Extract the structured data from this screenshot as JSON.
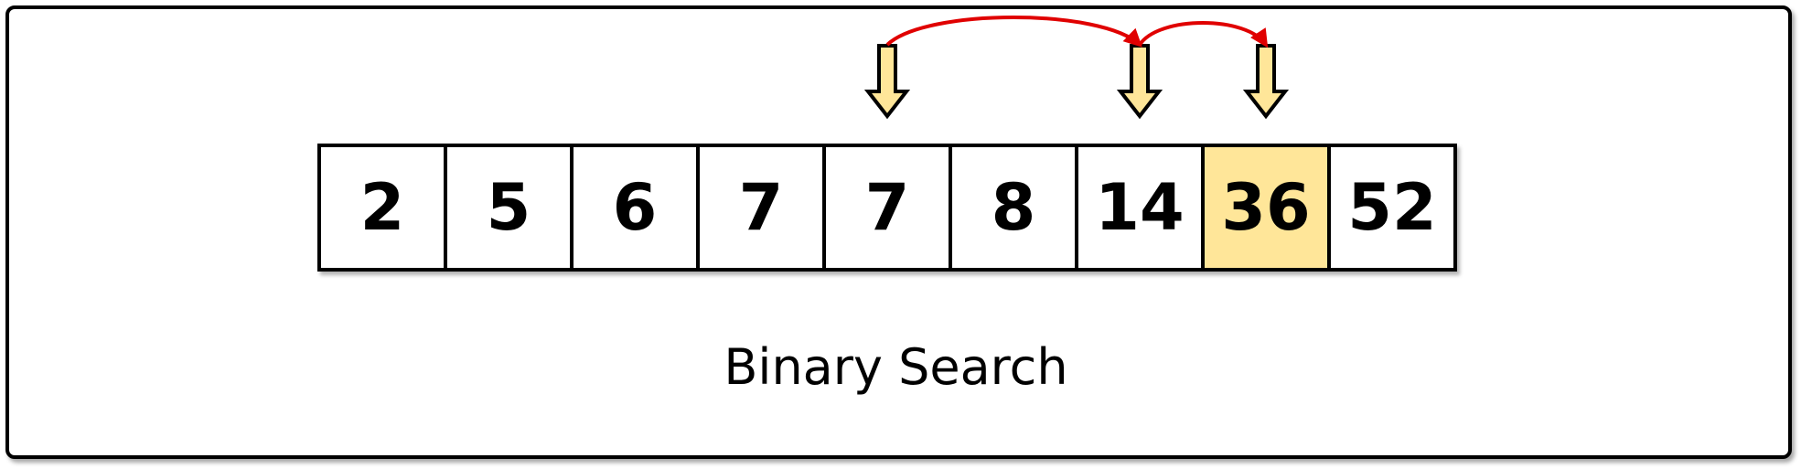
{
  "array": {
    "values": [
      "2",
      "5",
      "6",
      "7",
      "7",
      "8",
      "14",
      "36",
      "52"
    ],
    "highlight_index": 7,
    "highlight_color": "#ffe699"
  },
  "pointers": {
    "probe_indices": [
      4,
      6,
      7
    ],
    "pointer_fill": "#ffe699",
    "jump_arrow_color": "#e00000"
  },
  "caption": "Binary Search"
}
